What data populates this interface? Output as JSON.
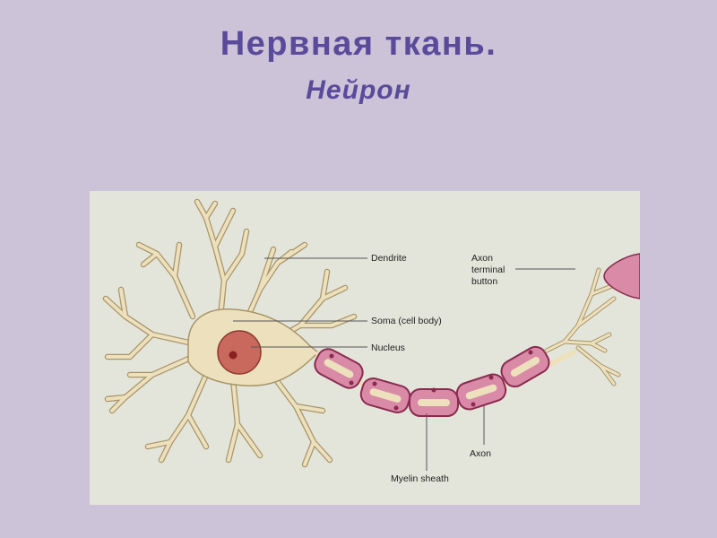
{
  "slide": {
    "title": "Нервная ткань.",
    "subtitle": "Нейрон"
  },
  "diagram": {
    "labels": {
      "dendrite": "Dendrite",
      "soma": "Soma (cell body)",
      "nucleus": "Nucleus",
      "axon_terminal_line1": "Axon",
      "axon_terminal_line2": "terminal",
      "axon_terminal_line3": "button",
      "axon": "Axon",
      "myelin": "Myelin sheath"
    },
    "colors": {
      "slide_background": "#ccc3d9",
      "title_color": "#5a4a9a",
      "figure_background": "#e4e5da",
      "cell_fill": "#ede0bd",
      "cell_stroke": "#a8956a",
      "nucleus_fill": "#c9685c",
      "myelin_fill": "#d98aa6",
      "myelin_stroke": "#8a2a50"
    }
  }
}
